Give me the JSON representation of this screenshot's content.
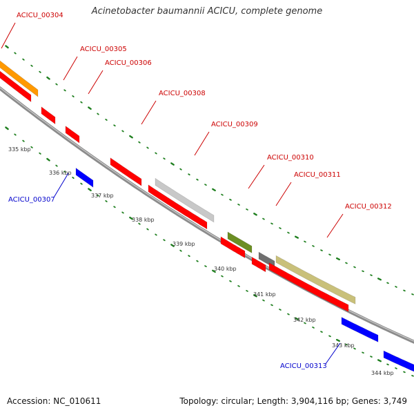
{
  "title": "Acinetobacter baumannii ACICU, complete genome",
  "footer": {
    "accession": "Accession: NC_010611",
    "summary": "Topology: circular; Length: 3,904,116 bp; Genes: 3,749"
  },
  "colors": {
    "forward_label": "#cc0000",
    "reverse_label": "#0000cc",
    "cds": "#ff0000",
    "reverse_cds": "#0000ff",
    "backbone": "#8c8c8c",
    "tick": "#1f7f1f",
    "orange_feature": "#ff9900",
    "gray_feature": "#c8c8c8",
    "olive_feature": "#6b8e23",
    "dark_gray_feature": "#6f6f6f",
    "khaki_feature": "#c9c07a"
  },
  "scale_labels": [
    "335 kbp",
    "336 kbp",
    "337 kbp",
    "338 kbp",
    "339 kbp",
    "340 kbp",
    "341 kbp",
    "342 kbp",
    "343 kbp",
    "344 kbp"
  ],
  "gene_labels": [
    {
      "text": "ACICU_00304",
      "strand": "forward"
    },
    {
      "text": "ACICU_00305",
      "strand": "forward"
    },
    {
      "text": "ACICU_00306",
      "strand": "forward"
    },
    {
      "text": "ACICU_00307",
      "strand": "reverse"
    },
    {
      "text": "ACICU_00308",
      "strand": "forward"
    },
    {
      "text": "ACICU_00309",
      "strand": "forward"
    },
    {
      "text": "ACICU_00310",
      "strand": "forward"
    },
    {
      "text": "ACICU_00311",
      "strand": "forward"
    },
    {
      "text": "ACICU_00312",
      "strand": "forward"
    },
    {
      "text": "ACICU_00313",
      "strand": "reverse"
    }
  ]
}
